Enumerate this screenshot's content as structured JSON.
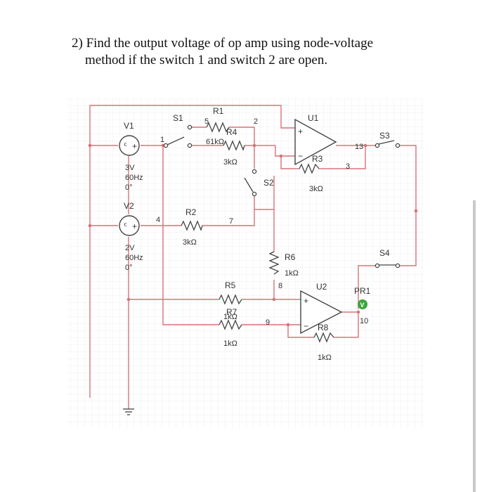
{
  "question": {
    "line1": "2) Find the output voltage of op amp using node-voltage",
    "line2": "method if the switch 1 and switch 2 are open."
  },
  "circuit": {
    "sources": {
      "v1": {
        "name": "V1",
        "voltage": "3V",
        "freq": "60Hz",
        "phase": "0°"
      },
      "v2": {
        "name": "V2",
        "voltage": "2V",
        "freq": "60Hz",
        "phase": "0°"
      }
    },
    "resistors": {
      "r1": {
        "name": "R1",
        "value": "61kΩ"
      },
      "r2": {
        "name": "R2",
        "value": "3kΩ"
      },
      "r3": {
        "name": "R3",
        "value": "3kΩ"
      },
      "r4": {
        "name": "R4",
        "value": "3kΩ"
      },
      "r5": {
        "name": "R5",
        "value": "1kΩ"
      },
      "r6": {
        "name": "R6",
        "value": "1kΩ"
      },
      "r7": {
        "name": "R7",
        "value": "1kΩ"
      },
      "r8": {
        "name": "R8",
        "value": "1kΩ"
      }
    },
    "switches": {
      "s1": "S1",
      "s2": "S2",
      "s3": "S3",
      "s4": "S4"
    },
    "opamps": {
      "u1": "U1",
      "u2": "U2"
    },
    "probe": {
      "name": "PR1",
      "mark": "V"
    },
    "nodes": {
      "n1": "1",
      "n2": "2",
      "n3": "3",
      "n4": "4",
      "n5": "5",
      "n7": "7",
      "n8": "8",
      "n9": "9",
      "n10": "10",
      "n13": "13"
    },
    "pin_plus": "+",
    "pin_minus": "−",
    "src_plus": "+",
    "src_glyph": "ᑦ"
  },
  "colors": {
    "wire": "#d9737a",
    "component": "#444444",
    "grid": "#ebebeb",
    "probe": "#3aa53a",
    "text": "#333333"
  }
}
